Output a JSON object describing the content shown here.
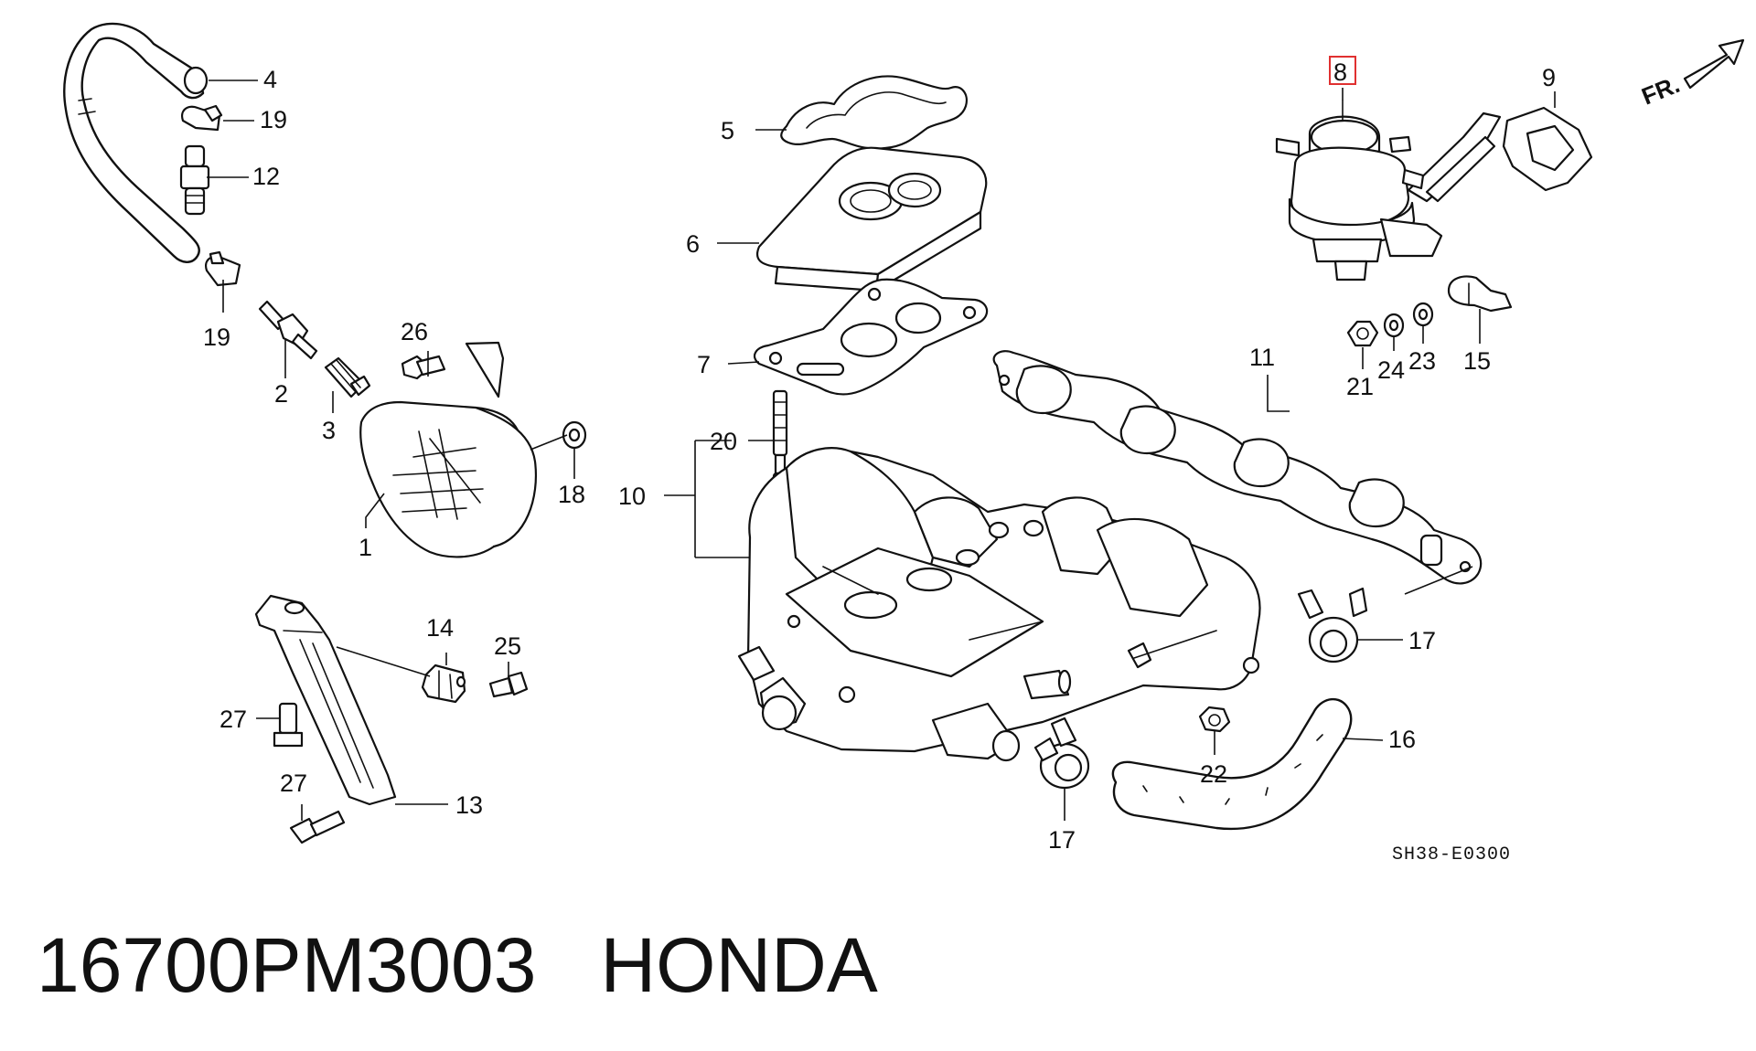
{
  "diagram": {
    "direction_label": "FR.",
    "drawing_code": "SH38-E0300",
    "highlighted_callout": "8",
    "highlight_color": "#e03030",
    "callouts": {
      "c1": "1",
      "c2": "2",
      "c3": "3",
      "c4": "4",
      "c5": "5",
      "c6": "6",
      "c7": "7",
      "c8": "8",
      "c9": "9",
      "c10": "10",
      "c11": "11",
      "c12": "12",
      "c13": "13",
      "c14": "14",
      "c15": "15",
      "c16": "16",
      "c17a": "17",
      "c17b": "17",
      "c18": "18",
      "c19a": "19",
      "c19b": "19",
      "c20": "20",
      "c21": "21",
      "c22": "22",
      "c23": "23",
      "c24": "24",
      "c25": "25",
      "c26": "26",
      "c27a": "27",
      "c27b": "27"
    }
  },
  "caption": {
    "part_number": "16700PM3003",
    "brand": "HONDA"
  }
}
